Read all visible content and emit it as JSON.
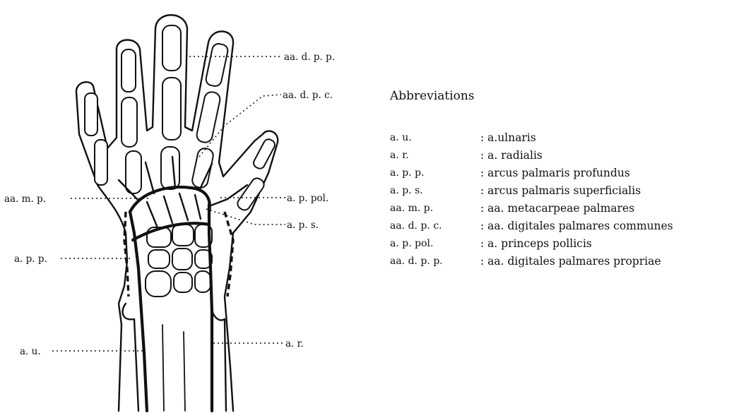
{
  "labels": {
    "aa_d_p_p": "aa. d. p. p.",
    "aa_d_p_c": "aa. d. p. c.",
    "aa_m_p": "aa. m. p.",
    "a_p_pol": "a. p. pol.",
    "a_p_s": "a. p. s.",
    "a_p_p": "a. p. p.",
    "a_u": "a. u.",
    "a_r": "a. r."
  },
  "legend": {
    "title": "Abbreviations",
    "items": [
      {
        "abbr": "a. u.",
        "desc": ": a.ulnaris"
      },
      {
        "abbr": "a. r.",
        "desc": ": a. radialis"
      },
      {
        "abbr": "a. p. p.",
        "desc": ": arcus palmaris profundus"
      },
      {
        "abbr": "a. p. s.",
        "desc": ": arcus palmaris superficialis"
      },
      {
        "abbr": "aa. m. p.",
        "desc": ": aa. metacarpeae palmares"
      },
      {
        "abbr": "aa. d. p. c.",
        "desc": ": aa. digitales palmares communes"
      },
      {
        "abbr": "a. p. pol.",
        "desc": ": a. princeps pollicis"
      },
      {
        "abbr": "aa. d. p. p.",
        "desc": ": aa. digitales palmares propriae"
      }
    ]
  }
}
